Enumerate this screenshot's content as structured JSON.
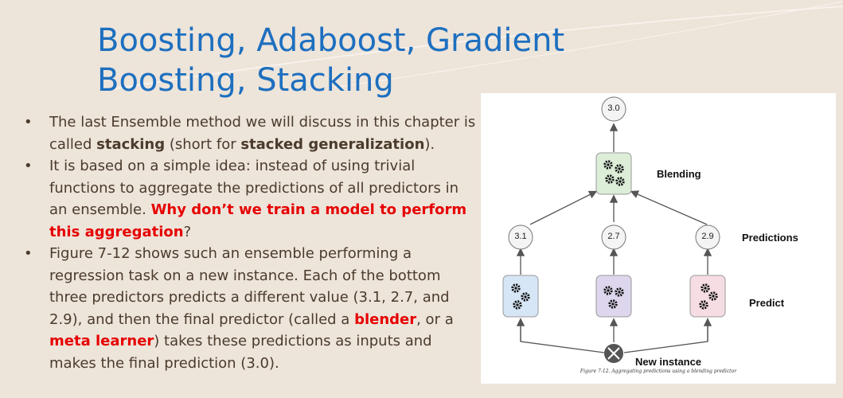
{
  "slide": {
    "title_line1": "Boosting, Adaboost, Gradient",
    "title_line2": "Boosting, Stacking"
  },
  "bullets": {
    "b1": {
      "t1": "The last Ensemble method we will discuss in this chapter is called ",
      "t2": "stacking",
      "t3": " (short for ",
      "t4": "stacked generalization",
      "t5": ")."
    },
    "b2": {
      "t1": "It is based on a simple idea: instead of using trivial functions to aggregate the predictions of all predictors in an ensemble.  ",
      "t2": "Why don’t we train a model to perform this aggregation",
      "t3": "?"
    },
    "b3": {
      "t1": "Figure 7-12 shows such an ensemble performing a regression task on a new instance.  Each of the bottom three predictors predicts a different value (3.1, 2.7, and 2.9), and then the final predictor (called a ",
      "t2": "blender",
      "t3": ", or a ",
      "t4": "meta learner",
      "t5": ") takes these predictions as inputs and makes the final prediction (3.0)."
    }
  },
  "figure": {
    "final_value": "3.0",
    "blending_label": "Blending",
    "predictions_label": "Predictions",
    "predict_label": "Predict",
    "new_instance_label": "New instance",
    "caption": "Figure 7-12. Aggregating predictions using a blending predictor",
    "predictions": [
      "3.1",
      "2.7",
      "2.9"
    ],
    "gear_icon": "gear-cluster-icon",
    "box_colors": [
      "#d6e6f7",
      "#ddd6ec",
      "#f6dde4"
    ],
    "blender_color": "#dcedd8"
  }
}
